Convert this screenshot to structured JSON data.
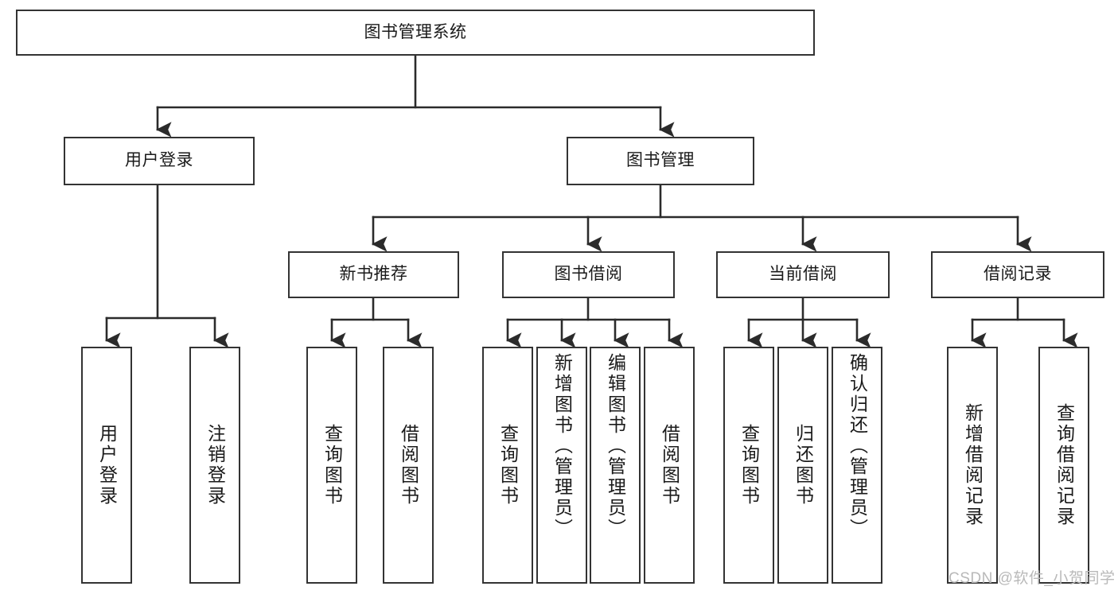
{
  "diagram": {
    "title": "图书管理系统",
    "type": "hierarchy-tree",
    "background_color": "#ffffff",
    "box_border_color": "#333333",
    "connector_color": "#2b2b2b",
    "text_color": "#1a1a1a"
  },
  "nodes": {
    "root": {
      "label": "图书管理系统",
      "level": 1
    },
    "level2": [
      {
        "label": "用户登录",
        "level": 2
      },
      {
        "label": "图书管理",
        "level": 2
      }
    ],
    "level3": [
      {
        "label": "新书推荐",
        "level": 3
      },
      {
        "label": "图书借阅",
        "level": 3
      },
      {
        "label": "当前借阅",
        "level": 3
      },
      {
        "label": "借阅记录",
        "level": 3
      }
    ],
    "leaves": [
      {
        "label": "用户登录",
        "parent": "用户登录",
        "group": 0
      },
      {
        "label": "注销登录",
        "parent": "用户登录",
        "group": 0
      },
      {
        "label": "查询图书",
        "parent": "新书推荐",
        "group": 1
      },
      {
        "label": "借阅图书",
        "parent": "新书推荐",
        "group": 1
      },
      {
        "label": "查询图书",
        "parent": "图书借阅",
        "group": 2
      },
      {
        "label": "新增图书（管理员）",
        "parent": "图书借阅",
        "group": 2
      },
      {
        "label": "编辑图书（管理员）",
        "parent": "图书借阅",
        "group": 2
      },
      {
        "label": "借阅图书",
        "parent": "图书借阅",
        "group": 2
      },
      {
        "label": "查询图书",
        "parent": "当前借阅",
        "group": 3
      },
      {
        "label": "归还图书",
        "parent": "当前借阅",
        "group": 3
      },
      {
        "label": "确认归还（管理员）",
        "parent": "当前借阅",
        "group": 3
      },
      {
        "label": "新增借阅记录",
        "parent": "借阅记录",
        "group": 4
      },
      {
        "label": "查询借阅记录",
        "parent": "借阅记录",
        "group": 4
      }
    ]
  },
  "watermark": {
    "text": "CSDN @软件_小贺同学"
  }
}
